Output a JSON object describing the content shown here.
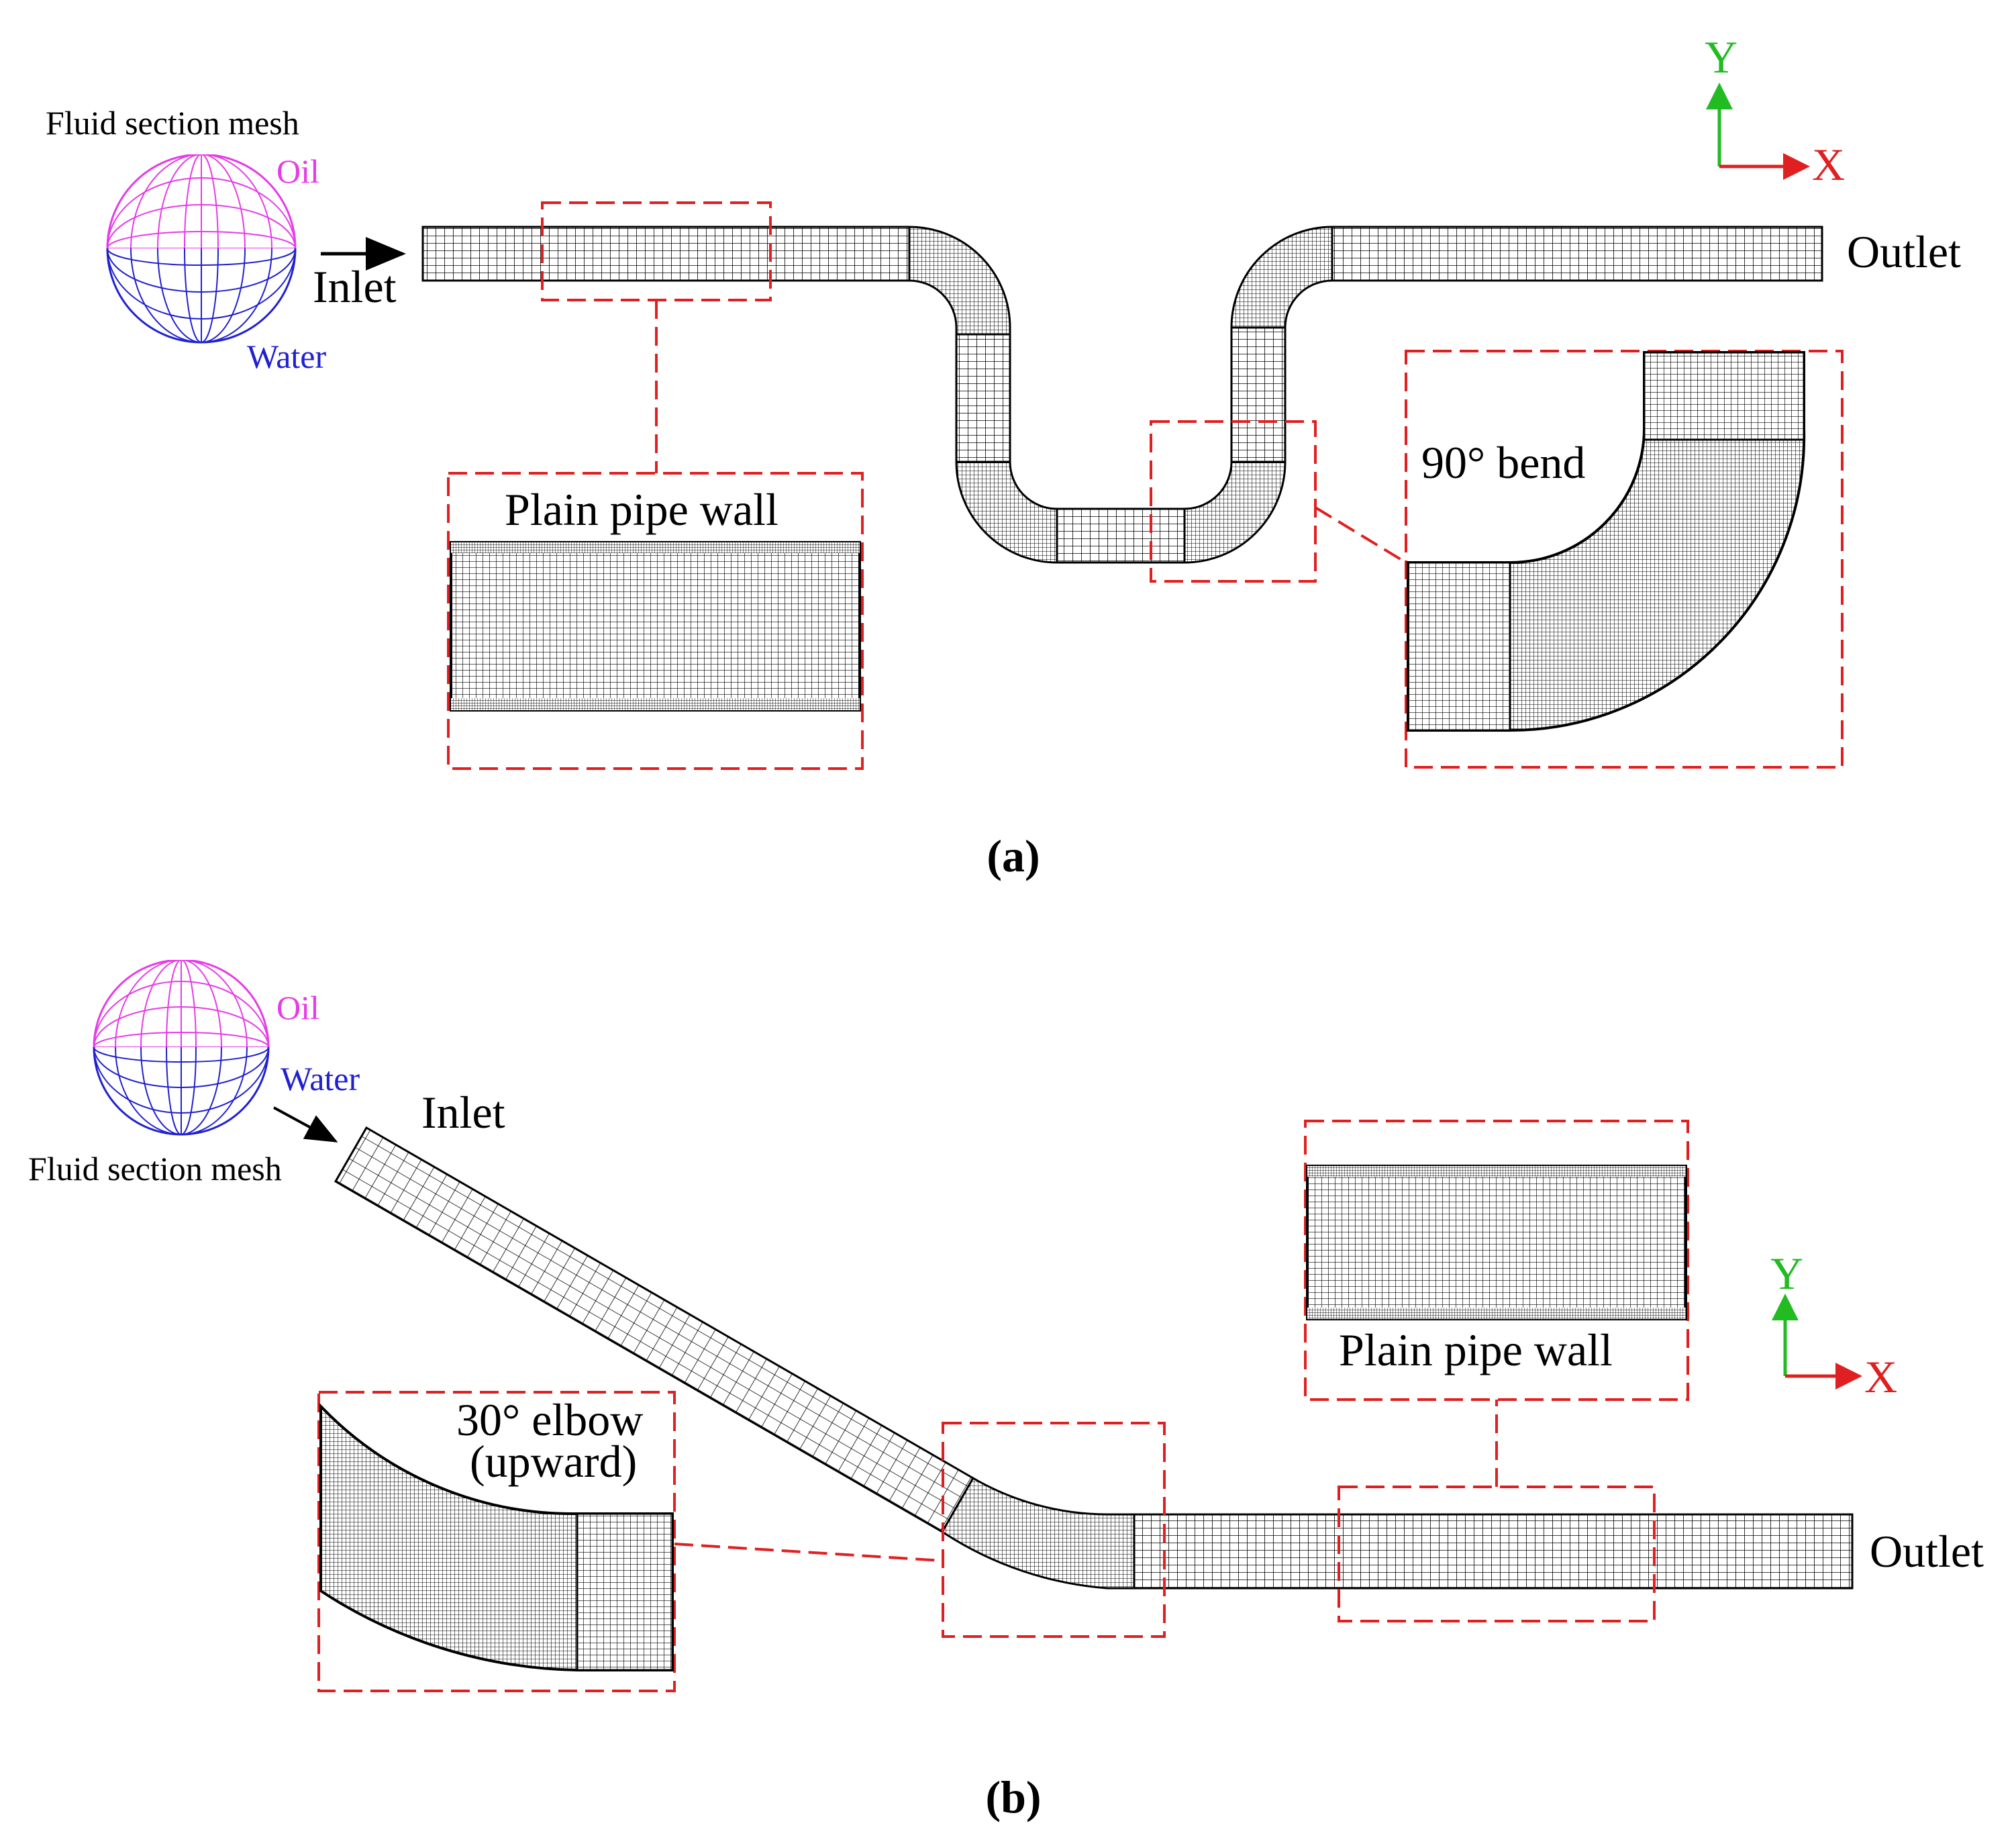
{
  "colors": {
    "oil": "#e63be6",
    "water": "#2020d0",
    "mesh": "#000000",
    "callout": "#e02020",
    "axis_x": "#e02020",
    "axis_y": "#22bb22",
    "text": "#000000"
  },
  "panel_a": {
    "label": "(a)",
    "section_title": "Fluid section mesh",
    "oil": "Oil",
    "water": "Water",
    "inlet": "Inlet",
    "outlet": "Outlet",
    "callout_left": "Plain pipe wall",
    "callout_right": "90° bend",
    "axis_x": "X",
    "axis_y": "Y"
  },
  "panel_b": {
    "label": "(b)",
    "section_title": "Fluid section mesh",
    "oil": "Oil",
    "water": "Water",
    "inlet": "Inlet",
    "outlet": "Outlet",
    "callout_left_line1": "30° elbow",
    "callout_left_line2": "(upward)",
    "callout_right": "Plain pipe wall",
    "axis_x": "X",
    "axis_y": "Y"
  }
}
